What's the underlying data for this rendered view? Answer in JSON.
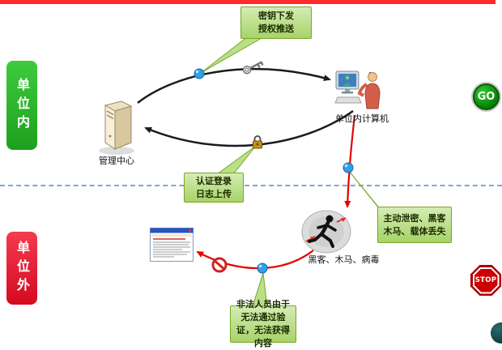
{
  "diagram": {
    "zones": {
      "inside": "单位内",
      "outside": "单位外"
    },
    "nodes": {
      "management_center": "管理中心",
      "inside_computer": "单位内计算机",
      "hacker": "黑客、木马、病毒"
    },
    "callouts": {
      "key_distribution": "密钥下发\n授权推送",
      "auth_login": "认证登录\n日志上传",
      "active_leak": "主动泄密、黑客木马、载体丢失",
      "illegal_user": "非法人员由于无法通过验证，无法获得内容"
    },
    "signs": {
      "go": "GO",
      "stop": "STOP"
    },
    "icons": {
      "management_center": "server-tower-icon",
      "inside_computer": "computer-user-icon",
      "hacker": "hacker-runner-icon",
      "key": "key-icon",
      "lock": "padlock-icon",
      "blocked": "no-entry-icon",
      "document": "document-window-icon",
      "dots": "connection-dot"
    },
    "colors": {
      "zone_inside_green": "#28b628",
      "zone_outside_red": "#e8112d",
      "callout_fill": "#b9e089",
      "callout_border": "#7ba428",
      "arrow_black": "#1a1a1a",
      "arrow_red": "#e80000",
      "divider_blue": "#7aa6d8",
      "top_bar_red": "#ff2a2a",
      "dot_blue": "#2f9fe8",
      "go_green": "#0a8a0a",
      "stop_red": "#cc0000"
    }
  }
}
